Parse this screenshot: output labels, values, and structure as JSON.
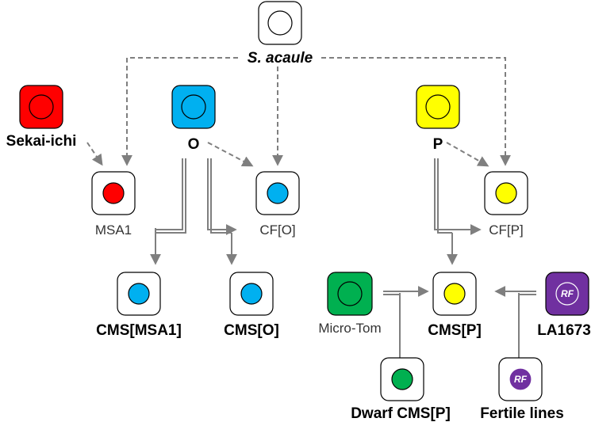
{
  "colors": {
    "red": "#ff0000",
    "blue": "#00b0f0",
    "yellow": "#ffff00",
    "green": "#00b050",
    "purple": "#7030a0",
    "white": "#ffffff",
    "arrow": "#7f7f7f"
  },
  "labels": {
    "s_acaule": "S. acaule",
    "sekai_ichi": "Sekai-ichi",
    "o": "O",
    "p": "P",
    "msa1": "MSA1",
    "cf_o": "CF[O]",
    "cf_p": "CF[P]",
    "cms_msa1": "CMS[MSA1]",
    "cms_o": "CMS[O]",
    "micro_tom": "Micro-Tom",
    "cms_p": "CMS[P]",
    "la1673": "LA1673",
    "dwarf_cms_p": "Dwarf CMS[P]",
    "fertile_lines": "Fertile lines"
  },
  "rf_marker": "RF"
}
